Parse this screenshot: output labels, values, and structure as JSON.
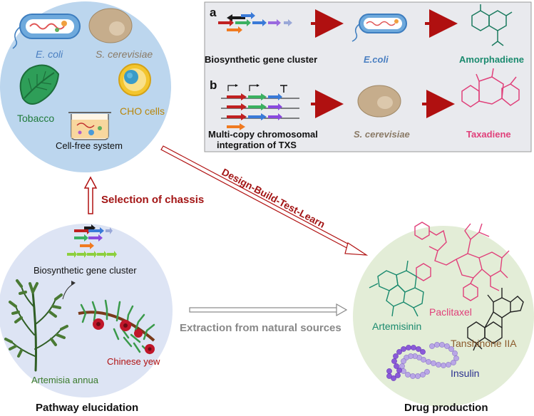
{
  "chassis": {
    "ecoli": "E. coli",
    "yeast": "S. cerevisiae",
    "tobacco": "Tobacco",
    "cho": "CHO cells",
    "cellfree": "Cell-free system"
  },
  "panel": {
    "a": {
      "letter": "a",
      "source": "Biosynthetic gene cluster",
      "host": "E.coli",
      "product": "Amorphadiene"
    },
    "b": {
      "letter": "b",
      "source_line1": "Multi-copy chromosomal",
      "source_line2": "integration of TXS",
      "host": "S. cerevisiae",
      "product": "Taxadiene"
    }
  },
  "arrows": {
    "selection": "Selection of chassis",
    "dbtl": "Design-Build-Test-Learn",
    "extraction": "Extraction from natural sources"
  },
  "pathway": {
    "cluster": "Biosynthetic gene cluster",
    "artemisia": "Artemisia annua",
    "yew": "Chinese yew",
    "title": "Pathway elucidation"
  },
  "drugs": {
    "paclitaxel": "Paclitaxel",
    "artemisinin": "Artemisinin",
    "tanshinone": "Tanshinone IIA",
    "insulin": "Insulin",
    "title": "Drug production"
  },
  "colors": {
    "dark_red": "#a31515",
    "teal": "#1a8a6e",
    "pink": "#e0407a",
    "brown": "#8b5a2b",
    "navy": "#2a2f8f",
    "olive": "#7a8a2a",
    "steel_blue": "#4a7fc1"
  }
}
